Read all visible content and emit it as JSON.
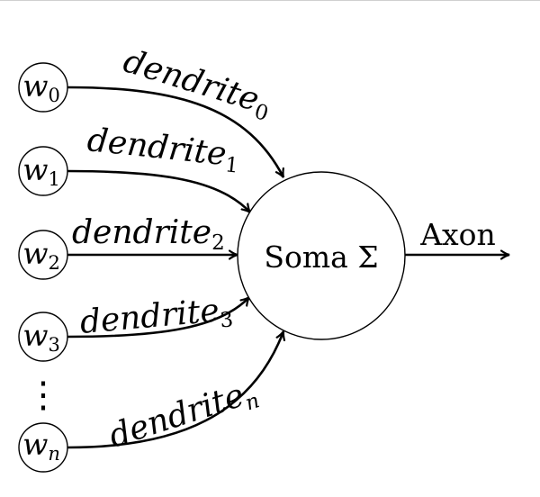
{
  "inputs": [
    {
      "var": "w",
      "sub": "0"
    },
    {
      "var": "w",
      "sub": "1"
    },
    {
      "var": "w",
      "sub": "2"
    },
    {
      "var": "w",
      "sub": "3"
    },
    {
      "var": "w",
      "sub": "n"
    }
  ],
  "ellipsis": "⋮",
  "dendrites": [
    {
      "text": "dendrite",
      "sub": "0"
    },
    {
      "text": "dendrite",
      "sub": "1"
    },
    {
      "text": "dendrite",
      "sub": "2"
    },
    {
      "text": "dendrite",
      "sub": "3"
    },
    {
      "text": "dendrite",
      "sub": "n"
    }
  ],
  "soma": {
    "label": "Soma Σ"
  },
  "axon": {
    "label": "Axon"
  }
}
